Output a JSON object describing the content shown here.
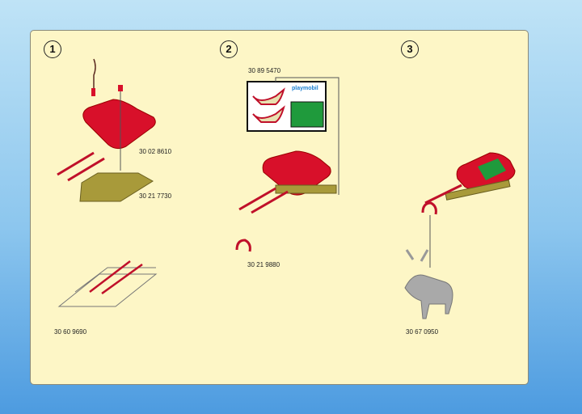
{
  "steps": [
    {
      "number": "1",
      "parts": [
        "30 02 8610",
        "30 21 7730",
        "30 60 9690"
      ]
    },
    {
      "number": "2",
      "parts": [
        "30 89 5470",
        "30 21 9880"
      ]
    },
    {
      "number": "3",
      "parts": [
        "30 67 0950"
      ]
    }
  ],
  "sticker": {
    "brand": "playmobil"
  },
  "colors": {
    "sleigh": "#d8102a",
    "runner": "#a89a3a",
    "seat": "#1f9a3c",
    "reindeer": "#a9a9a9",
    "panel": "#fdf6c6"
  }
}
